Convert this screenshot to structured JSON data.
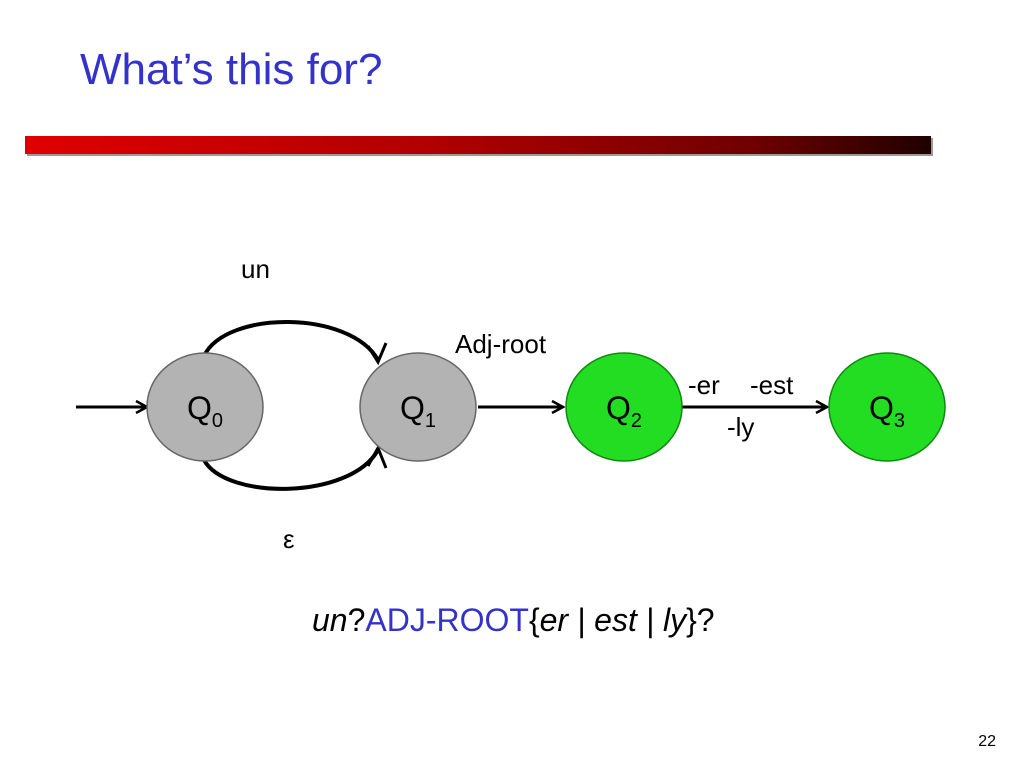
{
  "slide": {
    "title": "What’s this for?",
    "page_number": "22"
  },
  "diagram": {
    "states": [
      {
        "id": "q0",
        "letter": "Q",
        "sub": "0",
        "color": "#b3b3b3"
      },
      {
        "id": "q1",
        "letter": "Q",
        "sub": "1",
        "color": "#b3b3b3"
      },
      {
        "id": "q2",
        "letter": "Q",
        "sub": "2",
        "color": "#22dd22"
      },
      {
        "id": "q3",
        "letter": "Q",
        "sub": "3",
        "color": "#22dd22"
      }
    ],
    "edge_labels": {
      "un": "un",
      "epsilon": "ε",
      "adj_root": "Adj-root",
      "er": "-er",
      "est": "-est",
      "ly": "-ly"
    }
  },
  "regex": {
    "un": "un",
    "q1": "?",
    "adj_root": "ADJ-ROOT",
    "open": "{",
    "er": "er",
    "sep1": " | ",
    "est": "est",
    "sep2": " | ",
    "ly": "ly",
    "close": "}",
    "q2": "?"
  },
  "colors": {
    "title": "#3333cc",
    "nonfinal_state": "#b3b3b3",
    "final_state": "#22dd22",
    "bar_start": "#e00000",
    "bar_end": "#200000"
  }
}
